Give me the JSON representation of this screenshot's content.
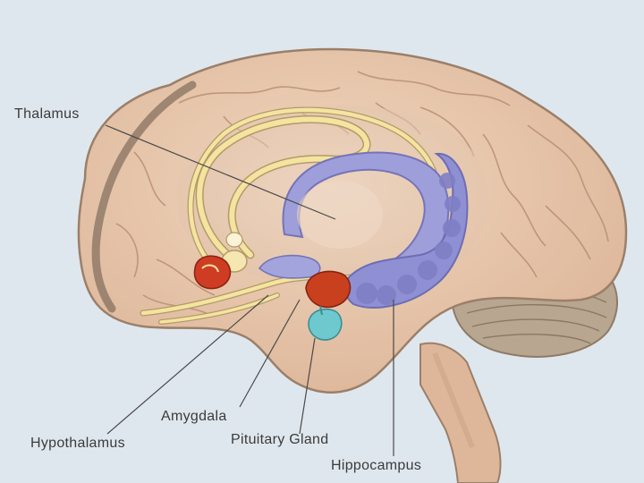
{
  "labels": {
    "thalamus": "Thalamus",
    "amygdala": "Amygdala",
    "hypothalamus": "Hypothalamus",
    "pituitary": "Pituitary Gland",
    "hippocampus": "Hippocampus"
  },
  "colors": {
    "background": "#dfe7ee",
    "brain": "#e8c6aa",
    "brain_outline": "#9b7f69",
    "cerebellum": "#b7a58f",
    "limbic_purple": "#9b9bd6",
    "fornix_yellow": "#f4e4a0",
    "amygdala_red": "#cf3c24",
    "hypothalamus_red": "#c9401f",
    "pituitary_teal": "#6ec9cf",
    "label_text": "#3b3b3b"
  }
}
